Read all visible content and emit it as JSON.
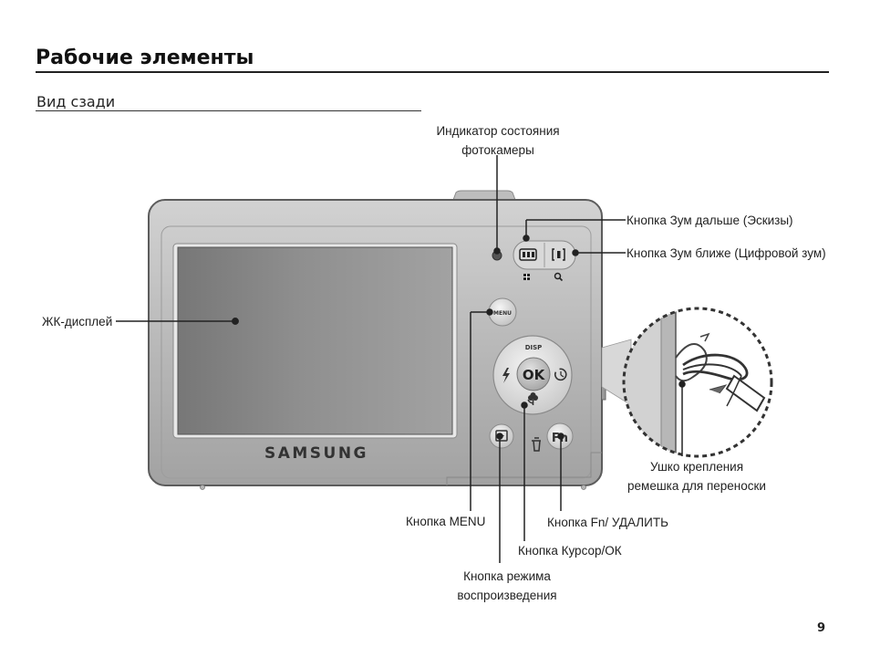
{
  "page": {
    "title": "Рабочие элементы",
    "section_title": "Вид сзади",
    "page_number": "9"
  },
  "camera": {
    "brand": "SAMSUNG",
    "button_glyphs": {
      "menu": "MENU",
      "disp": "DISP",
      "ok": "OK",
      "fn": "Fn"
    },
    "icons": [
      "status-lamp-icon",
      "zoom-out-thumbnail-icon",
      "zoom-in-digital-icon",
      "thumbnail-grid-icon",
      "magnifier-icon",
      "flash-icon",
      "self-timer-icon",
      "macro-flower-icon",
      "playback-icon",
      "trash-icon"
    ]
  },
  "callouts": {
    "status_indicator": [
      "Индикатор состояния",
      "фотокамеры"
    ],
    "zoom_out": "Кнопка Зум дальше (Эскизы)",
    "zoom_in": "Кнопка Зум ближе (Цифровой зум)",
    "lcd": "ЖК-дисплей",
    "strap_eyelet": [
      "Ушко крепления",
      "ремешка для переноски"
    ],
    "menu_button": "Кнопка MENU",
    "fn_delete": "Кнопка Fn/ УДАЛИТЬ",
    "cursor_ok": "Кнопка Курсор/ОК",
    "playback": [
      "Кнопка режима",
      "воспроизведения"
    ]
  }
}
